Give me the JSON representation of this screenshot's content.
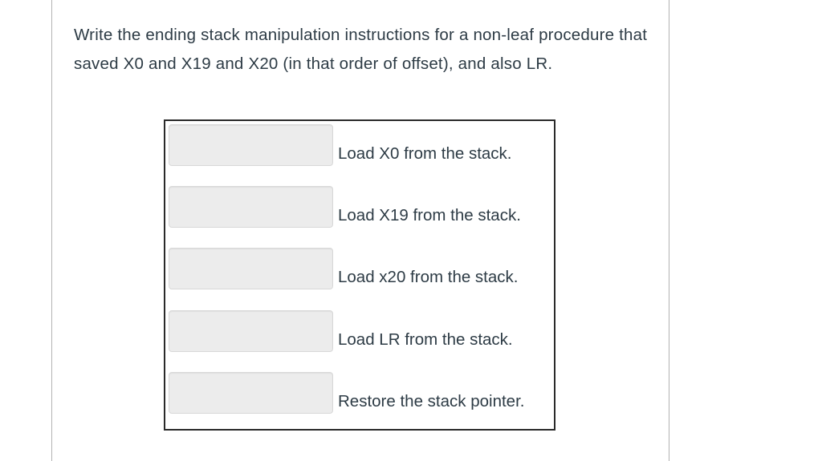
{
  "page": {
    "background_color": "#ffffff",
    "text_color": "#2d3b45",
    "rule_color": "#b3b3b3"
  },
  "question": {
    "stem": "Write the ending stack manipulation instructions for a non-leaf procedure that saved X0 and X19 and X20 (in that order of offset), and also LR."
  },
  "answer_box": {
    "border_color": "#2a2a2a",
    "field_background": "#ececec",
    "field_border": "#d8d8d8",
    "rows": [
      {
        "value": "",
        "placeholder": "",
        "label": "Load X0 from the stack."
      },
      {
        "value": "",
        "placeholder": "",
        "label": "Load X19 from the stack."
      },
      {
        "value": "",
        "placeholder": "",
        "label": "Load x20 from the stack."
      },
      {
        "value": "",
        "placeholder": "",
        "label": "Load LR from the stack."
      },
      {
        "value": "",
        "placeholder": "",
        "label": "Restore the stack pointer."
      }
    ]
  }
}
